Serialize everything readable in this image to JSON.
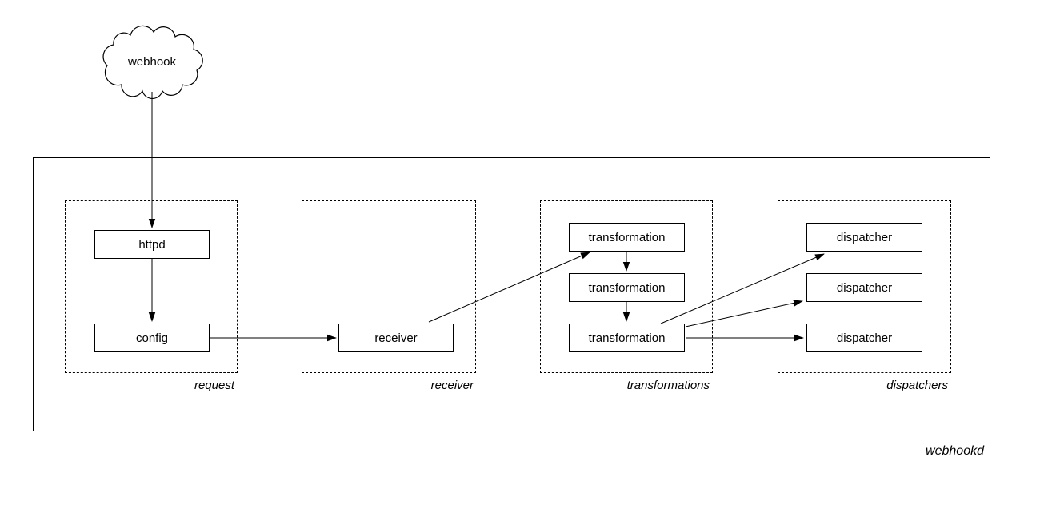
{
  "canvas": {
    "background": "#ffffff",
    "stroke": "#000000"
  },
  "cloud": {
    "label": "webhook"
  },
  "container": {
    "label": "webhookd"
  },
  "groups": {
    "request": {
      "label": "request",
      "nodes": {
        "httpd": "httpd",
        "config": "config"
      }
    },
    "receiver": {
      "label": "receiver",
      "nodes": {
        "receiver": "receiver"
      }
    },
    "transformations": {
      "label": "transformations",
      "nodes": {
        "t1": "transformation",
        "t2": "transformation",
        "t3": "transformation"
      }
    },
    "dispatchers": {
      "label": "dispatchers",
      "nodes": {
        "d1": "dispatcher",
        "d2": "dispatcher",
        "d3": "dispatcher"
      }
    }
  },
  "edges": [
    {
      "from": "webhook-cloud",
      "to": "httpd"
    },
    {
      "from": "httpd",
      "to": "config"
    },
    {
      "from": "config",
      "to": "receiver"
    },
    {
      "from": "receiver",
      "to": "transformation-1"
    },
    {
      "from": "transformation-1",
      "to": "transformation-2"
    },
    {
      "from": "transformation-2",
      "to": "transformation-3"
    },
    {
      "from": "transformation-3",
      "to": "dispatcher-1"
    },
    {
      "from": "transformation-3",
      "to": "dispatcher-2"
    },
    {
      "from": "transformation-3",
      "to": "dispatcher-3"
    }
  ]
}
